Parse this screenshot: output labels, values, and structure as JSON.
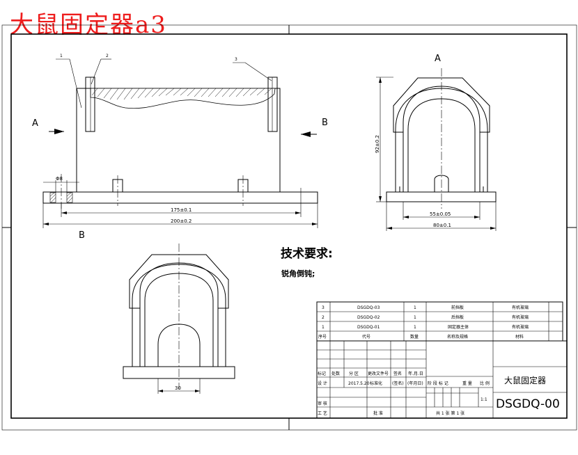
{
  "headline": "大鼠固定器a3",
  "views": {
    "view_a_label": "A",
    "view_b_label": "B",
    "view_b_bottom_label": "B",
    "view_a_top_label": "A"
  },
  "balloons": [
    "1",
    "2",
    "3"
  ],
  "dimensions": {
    "pin_dia": "Φ8",
    "d175": "175±0.1",
    "d200": "200±0.2",
    "d92": "92±0.2",
    "d55": "55±0.05",
    "d80": "80±0.1",
    "d30": "30"
  },
  "tech": {
    "title": "技术要求:",
    "item": "锐角倒钝;"
  },
  "bom": {
    "headers": [
      "序号",
      "代号",
      "数量",
      "名称及规格",
      "材料"
    ],
    "rows": [
      {
        "no": "3",
        "code": "DSGDQ-03",
        "qty": "1",
        "name": "前挡板",
        "mat": "有机玻璃"
      },
      {
        "no": "2",
        "code": "DSGDQ-02",
        "qty": "1",
        "name": "后挡板",
        "mat": "有机玻璃"
      },
      {
        "no": "1",
        "code": "DSGDQ-01",
        "qty": "1",
        "name": "固定器主体",
        "mat": "有机玻璃"
      }
    ]
  },
  "title_block": {
    "rev_headers": [
      "标记",
      "处数",
      "分 区",
      "更改文件号",
      "签名",
      "年.月.日"
    ],
    "design_label": "设 计",
    "design_date": "2017.5.20",
    "std_label": "标准化",
    "sign_label": "(签名)",
    "date_label": "(年月日)",
    "stage_headers": [
      "阶 段 标 记",
      "重 量",
      "比 例"
    ],
    "scale": "1:1",
    "review_label": "审 核",
    "process_label": "工 艺",
    "approve_label": "批 准",
    "sheets": "共  1  张    第  1  张",
    "part_name": "大鼠固定器",
    "drawing_no": "DSGDQ-00"
  }
}
